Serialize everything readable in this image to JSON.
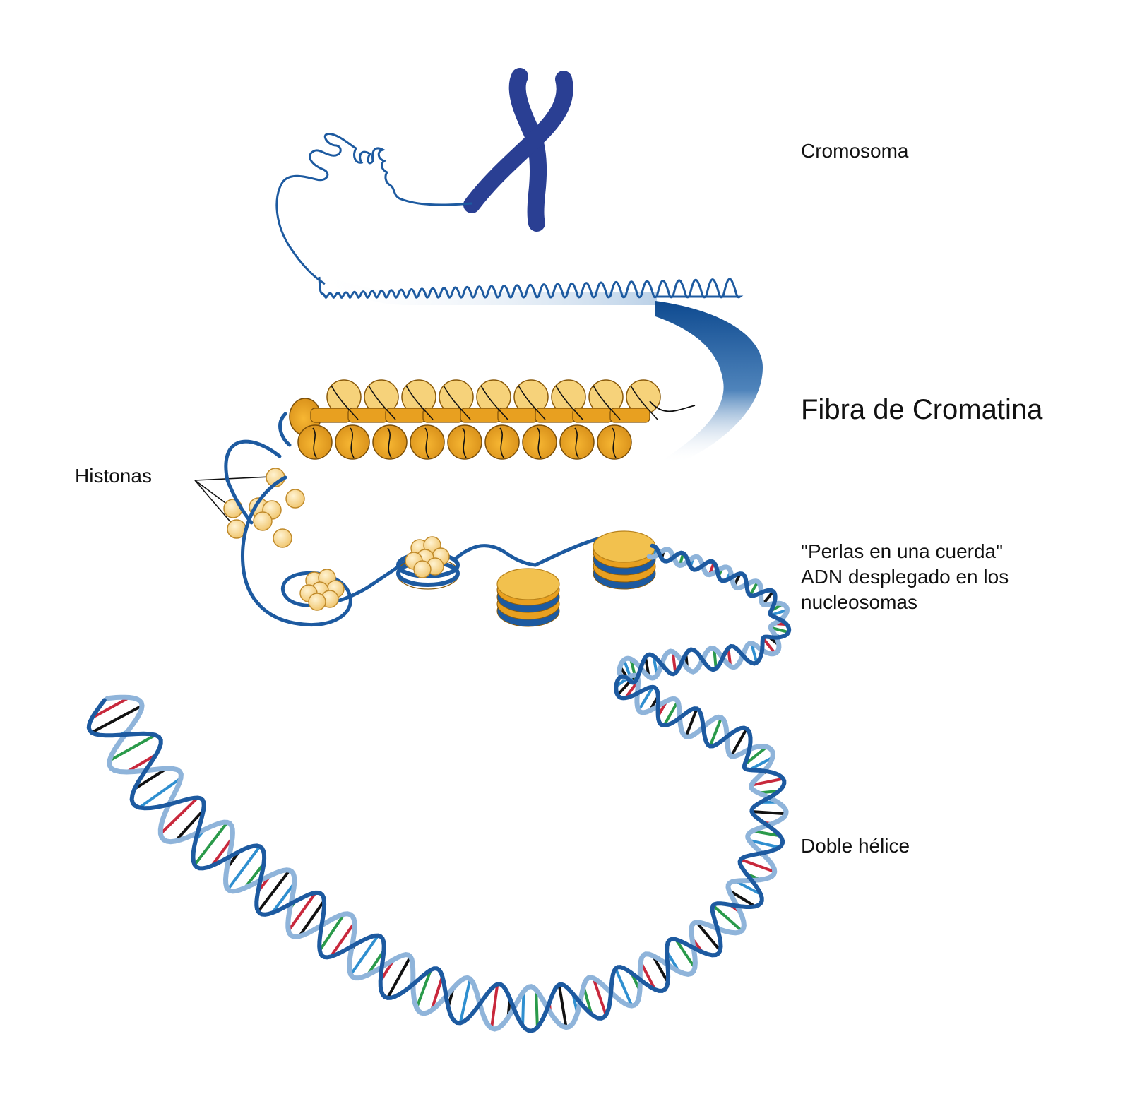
{
  "labels": {
    "cromosoma": "Cromosoma",
    "fibra": "Fibra de Cromatina",
    "histonas": "Histonas",
    "perlas_lines": [
      "\"Perlas en una cuerda\"",
      "ADN desplegado en los",
      "nucleosomas"
    ],
    "doble": "Doble hélice"
  },
  "colors": {
    "dna_blue": "#1d5aa0",
    "chromosome_blue": "#2a3f93",
    "histone_yellow": "#f2c14e",
    "histone_orange": "#e8a020",
    "histone_light": "#fbe4a6",
    "base_green": "#2a9a4a",
    "base_red": "#c8283c",
    "base_black": "#111111",
    "base_blue": "#2f8fd0"
  },
  "icons": [
    "chromosome-icon",
    "nucleosome-icon",
    "histone-icon",
    "dna-helix-icon"
  ]
}
